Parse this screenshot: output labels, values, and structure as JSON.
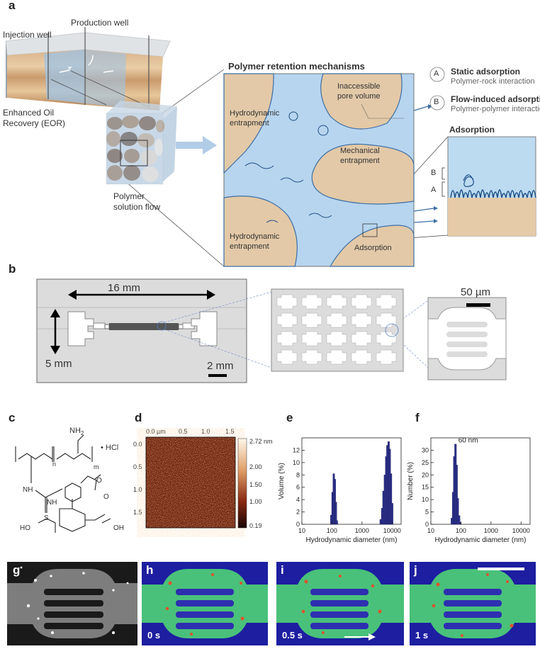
{
  "panel_a": {
    "label": "a",
    "injection_well": "Injection well",
    "production_well": "Production well",
    "eor": [
      "Enhanced Oil",
      "Recovery (EOR)"
    ],
    "polymer_flow": [
      "Polymer",
      "solution flow"
    ],
    "title": "Polymer retention mechanisms",
    "inaccessible": [
      "Inaccessible",
      "pore volume"
    ],
    "hydro1": [
      "Hydrodynamic",
      "entrapment"
    ],
    "mechanical": [
      "Mechanical",
      "entrapment"
    ],
    "hydro2": [
      "Hydrodynamic",
      "entrapment"
    ],
    "adsorption_small": "Adsorption",
    "legend_a_letter": "A",
    "legend_a_title": "Static adsorption",
    "legend_a_sub": "Polymer-rock interaction",
    "legend_b_letter": "B",
    "legend_b_title": "Flow-induced adsorption",
    "legend_b_sub": "Polymer-polymer interaction",
    "adsorption_title": "Adsorption",
    "inset_b": "B",
    "inset_a": "A"
  },
  "panel_b": {
    "label": "b",
    "width_label": "16 mm",
    "height_label": "5 mm",
    "scale1": "2 mm",
    "scale2": "50 µm"
  },
  "panel_c": {
    "label": "c",
    "nh2": "NH",
    "nh2_sub": "2",
    "hcl": "• HCl",
    "n": "n",
    "m": "m",
    "nh": "NH",
    "s": "S",
    "o1": "O",
    "o2": "O",
    "ho": "HO",
    "oh": "OH",
    "nh_lower": "NH"
  },
  "panel_d": {
    "label": "d",
    "top_ticks": [
      "0.0 µm",
      "0.5",
      "1.0",
      "1.5"
    ],
    "left_ticks": [
      "0.0",
      "0.5",
      "1.0",
      "1.5"
    ],
    "colorbar_ticks": [
      "2.72 nm",
      "2.00",
      "1.50",
      "1.00",
      "0.19"
    ]
  },
  "panel_g": {
    "label": "g"
  },
  "panel_h": {
    "label": "h",
    "time": "0 s"
  },
  "panel_i": {
    "label": "i",
    "time": "0.5 s"
  },
  "panel_j": {
    "label": "j",
    "time": "1 s"
  },
  "chart_data": [
    {
      "panel": "e",
      "label": "e",
      "type": "bar",
      "xlabel": "Hydrodynamic diameter (nm)",
      "ylabel": "Volume (%)",
      "xscale": "log",
      "xlim": [
        10,
        20000
      ],
      "ylim": [
        0,
        14
      ],
      "xticks": [
        "10",
        "100",
        "1000",
        "10000"
      ],
      "yticks": [
        "0",
        "2",
        "4",
        "6",
        "8",
        "10",
        "12"
      ],
      "x": [
        95,
        105,
        115,
        125,
        135,
        145,
        4200,
        4700,
        5200,
        5800,
        6400,
        7000,
        7700,
        8400,
        9200,
        10100
      ],
      "values": [
        1.5,
        5.2,
        8.2,
        7.3,
        3.6,
        0.6,
        0.8,
        2.6,
        5.4,
        8.0,
        11.0,
        12.8,
        13.4,
        12.2,
        8.2,
        3.4
      ]
    },
    {
      "panel": "f",
      "label": "f",
      "type": "bar",
      "xlabel": "Hydrodynamic diameter (nm)",
      "ylabel": "Number (%)",
      "xscale": "log",
      "xlim": [
        10,
        20000
      ],
      "ylim": [
        0,
        35
      ],
      "xticks": [
        "10",
        "100",
        "1000",
        "10000"
      ],
      "yticks": [
        "0",
        "5",
        "10",
        "15",
        "20",
        "25",
        "30"
      ],
      "annotation": "60 nm",
      "x": [
        50,
        55,
        60,
        66,
        72,
        79,
        87,
        95
      ],
      "values": [
        2.5,
        13.0,
        27.5,
        32.5,
        24.0,
        10.5,
        3.5,
        0.8
      ]
    }
  ]
}
